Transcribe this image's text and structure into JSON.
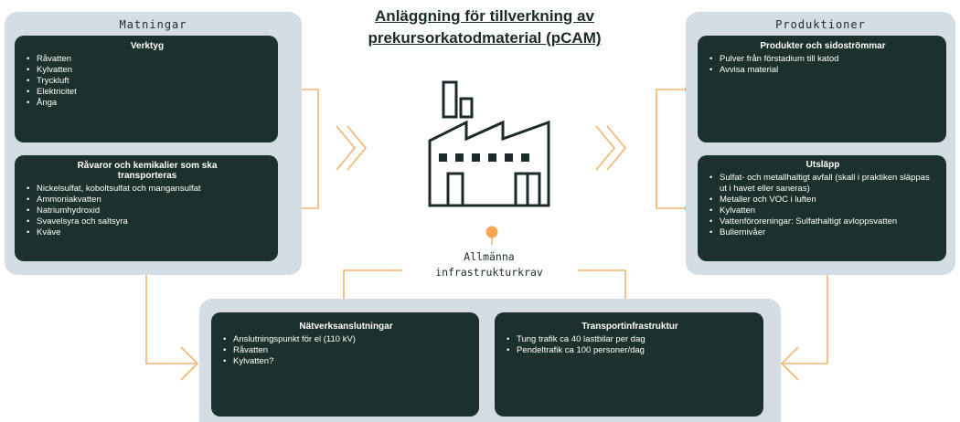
{
  "title": "Anläggning för tillverkning av prekursorkatodmaterial (pCAM)",
  "inputs": {
    "title": "Matningar",
    "tools": {
      "title": "Verktyg",
      "items": [
        "Råvatten",
        "Kylvatten",
        "Tryckluft",
        "Elektricitet",
        "Ånga"
      ]
    },
    "raw_materials": {
      "title": "Råvaror och kemikalier som ska transporteras",
      "items": [
        "Nickelsulfat, koboltsulfat och mangansulfat",
        "Ammoniakvatten",
        "Natriumhydroxid",
        "Svavelsyra och saltsyra",
        "Kväve"
      ]
    }
  },
  "outputs": {
    "title": "Produktioner",
    "products": {
      "title": "Produkter och sidoströmmar",
      "items": [
        "Pulver från förstadium till katod",
        "Avvisa material"
      ]
    },
    "emissions": {
      "title": "Utsläpp",
      "items": [
        "Sulfat- och metallhaltigt avfall (skall i praktiken släppas ut i havet eller saneras)",
        "Metaller och VOC i luften",
        "Kylvatten",
        "Vattenföroreningar: Sulfathaltigt avloppsvatten",
        "Bullernivåer"
      ]
    }
  },
  "infrastructure": {
    "label_line1": "Allmänna",
    "label_line2": "infrastrukturkrav",
    "grid": {
      "title": "Nätverksanslutningar",
      "items": [
        "Anslutningspunkt för el (110 kV)",
        "Råvatten",
        "Kylvatten?"
      ]
    },
    "transport": {
      "title": "Transportinfrastruktur",
      "items": [
        "Tung trafik ca 40 lastbilar per dag",
        "Pendeltrafik ca 100 personer/dag"
      ]
    }
  },
  "colors": {
    "accent": "#f5a650",
    "card": "#1c302d",
    "panel": "#d4dce4"
  },
  "icons": [
    "factory-icon",
    "chevron-right-icon"
  ]
}
